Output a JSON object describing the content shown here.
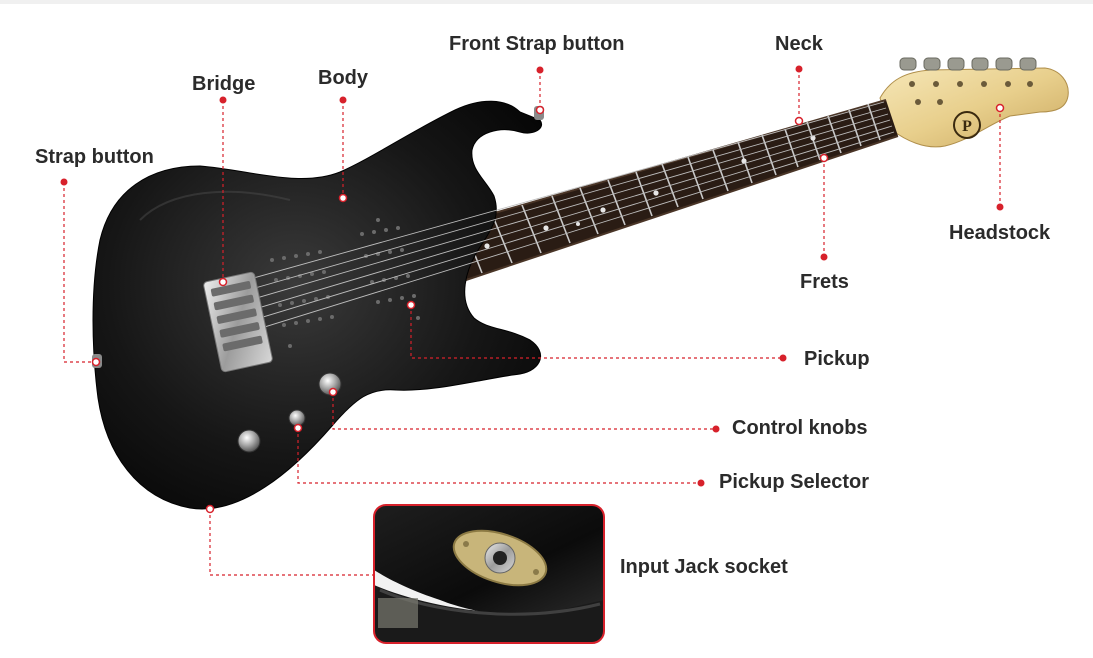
{
  "diagram": {
    "accent_color": "#d7212b",
    "labels": {
      "front_strap_button": "Front Strap button",
      "neck": "Neck",
      "bridge": "Bridge",
      "body": "Body",
      "strap_button": "Strap button",
      "headstock": "Headstock",
      "frets": "Frets",
      "pickup": "Pickup",
      "control_knobs": "Control knobs",
      "pickup_selector": "Pickup Selector",
      "input_jack_socket": "Input Jack socket"
    },
    "headstock_logo": "P"
  }
}
